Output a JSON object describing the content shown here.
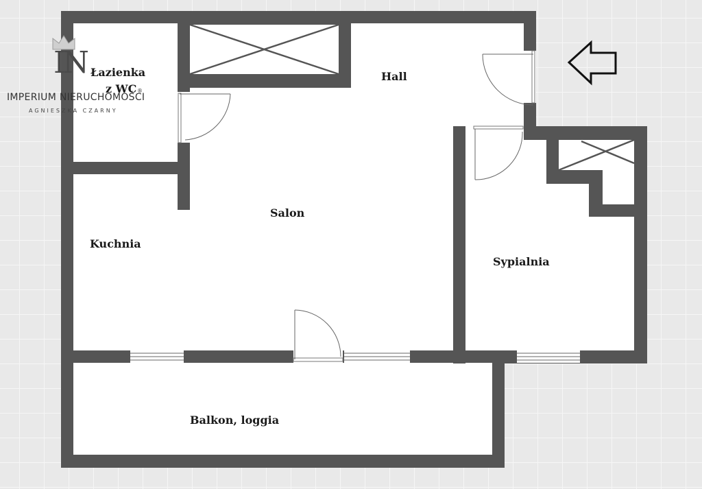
{
  "rooms": {
    "lazienka_line1": "Łazienka",
    "lazienka_line2": "z WC",
    "hall": "Hall",
    "salon": "Salon",
    "kuchnia": "Kuchnia",
    "sypialnia": "Sypialnia",
    "balkon": "Balkon, loggia"
  },
  "logo": {
    "letters": "IN",
    "name": "IMPERIUM NIERUCHOMOŚCI",
    "registered": "®",
    "subtitle": "AGNIESZKA CZARNY"
  },
  "entrance_arrow": {
    "icon": "entrance-arrow-icon",
    "direction": "left"
  },
  "colors": {
    "wall": "#555555",
    "floor": "#ffffff",
    "background": "#e9e9e9"
  }
}
